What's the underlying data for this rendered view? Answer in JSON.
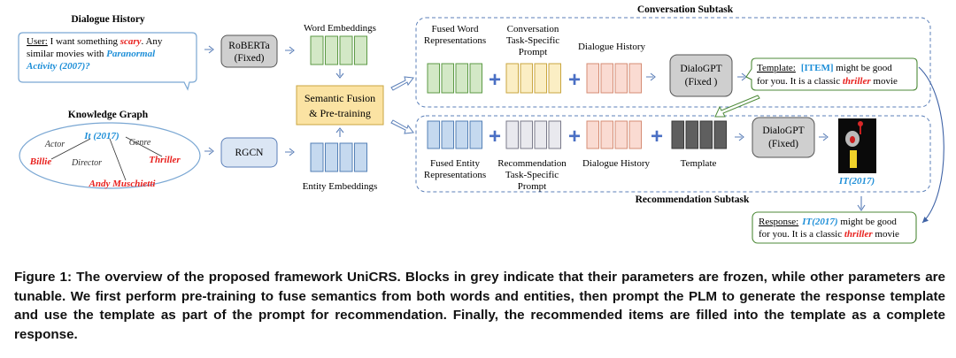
{
  "dialogue_history": {
    "title": "Dialogue History",
    "user_prefix": "User:",
    "line1_pre": " I want something ",
    "line1_word": "scary",
    "line1_post": ". Any",
    "line2_pre": "similar movies with ",
    "line2_movie": "Paranormal",
    "line3_movie": "Activity (2007)?"
  },
  "knowledge_graph": {
    "title": "Knowledge Graph",
    "center": "It (2017)",
    "actor_rel": "Actor",
    "genre_rel": "Genre",
    "director_rel": "Director",
    "actor": "Billie",
    "genre": "Thriller",
    "director": "Andy Muschietti"
  },
  "modules": {
    "roberta_line1": "RoBERTa",
    "roberta_line2": "(Fixed)",
    "rgcn": "RGCN",
    "fusion_line1": "Semantic Fusion",
    "fusion_line2": "& Pre-training",
    "dialogpt1_line1": "DialoGPT",
    "dialogpt1_line2": "(Fixed )",
    "dialogpt2_line1": "DialoGPT",
    "dialogpt2_line2": "(Fixed)"
  },
  "embeddings": {
    "word": "Word Embeddings",
    "entity": "Entity Embeddings"
  },
  "conversation": {
    "title": "Conversation Subtask",
    "fused_word_1": "Fused Word",
    "fused_word_2": "Representations",
    "prompt_1": "Conversation",
    "prompt_2": "Task-Specific",
    "prompt_3": "Prompt",
    "history": "Dialogue History"
  },
  "recommendation": {
    "title": "Recommendation Subtask",
    "fused_entity_1": "Fused Entity",
    "fused_entity_2": "Representations",
    "prompt_1": "Recommendation",
    "prompt_2": "Task-Specific",
    "prompt_3": "Prompt",
    "history": "Dialogue History",
    "template": "Template",
    "movie_label": "IT(2017)"
  },
  "template_box": {
    "label": "Template:",
    "item": "[ITEM]",
    "line1_post": " might be good",
    "line2_pre": "for you. It is a classic ",
    "genre": "thriller",
    "line2_post": " movie"
  },
  "response_box": {
    "label": "Response:",
    "item": "IT(2017)",
    "line1_post": " might be good",
    "line2_pre": "for you. It is a classic ",
    "genre": "thriller",
    "line2_post": " movie"
  },
  "caption": {
    "text": "Figure 1: The overview of the proposed framework UniCRS. Blocks in grey indicate that their parameters are frozen, while other parameters are tunable. We first perform pre-training to fuse semantics from both words and entities, then prompt the PLM to generate the response template and use the template as part of the prompt for recommendation. Finally, the recommended items are filled into the template as a complete response."
  },
  "colors": {
    "green_fill": "#d3e8c6",
    "green_stroke": "#5c9a45",
    "yellow_fill": "#fbeec4",
    "yellow_stroke": "#c9a640",
    "pink_fill": "#fadbd2",
    "pink_stroke": "#d58c74",
    "blue_fill": "#c5d9ef",
    "blue_stroke": "#5480b6",
    "gray_block": "#5f5f5f",
    "plus": "#4a6fc4",
    "red": "#e8211e",
    "blue_text": "#1e8fd8"
  }
}
